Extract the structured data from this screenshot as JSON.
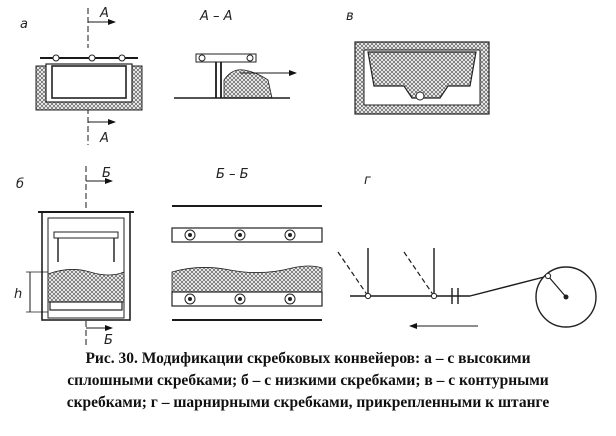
{
  "labels": {
    "a": "а",
    "a_section": "А",
    "a_section_bottom": "А",
    "aa": "А – А",
    "v": "в",
    "b": "б",
    "b_section": "Б",
    "b_section_bottom": "Б",
    "bb": "Б – Б",
    "g": "г",
    "h": "h"
  },
  "caption": {
    "line1": "Рис. 30. Модификации скребковых конвейеров: а – с высокими",
    "line2": "сплошными скребками; б – с низкими скребками; в – с контурными",
    "line3": "скребками; г – шарнирными скребками, прикрепленными к штанге"
  }
}
